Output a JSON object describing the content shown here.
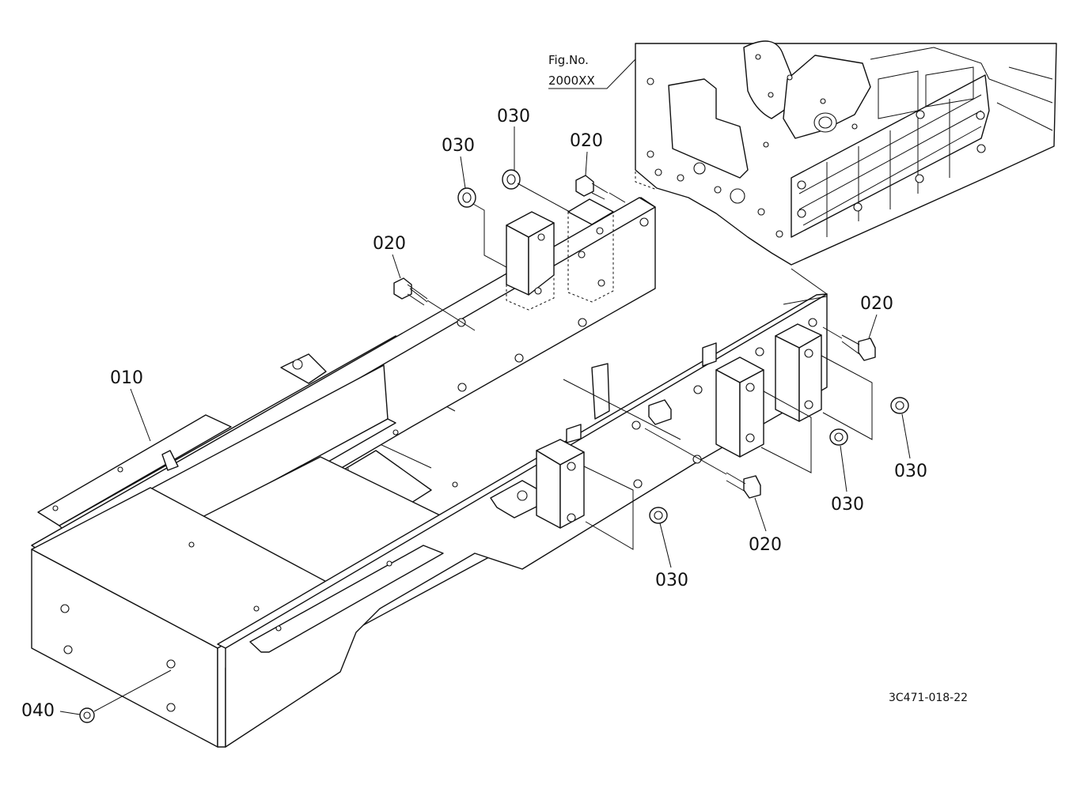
{
  "figure_ref": {
    "line1": "Fig.No.",
    "line2": "2000XX"
  },
  "drawing_code": "3C471-018-22",
  "callouts": [
    {
      "id": "c030a",
      "label": "030"
    },
    {
      "id": "c030b",
      "label": "030"
    },
    {
      "id": "c020a",
      "label": "020"
    },
    {
      "id": "c020b",
      "label": "020"
    },
    {
      "id": "c010",
      "label": "010"
    },
    {
      "id": "c020c",
      "label": "020"
    },
    {
      "id": "c030c",
      "label": "030"
    },
    {
      "id": "c030d",
      "label": "030"
    },
    {
      "id": "c020d",
      "label": "020"
    },
    {
      "id": "c030e",
      "label": "030"
    },
    {
      "id": "c040",
      "label": "040"
    }
  ]
}
